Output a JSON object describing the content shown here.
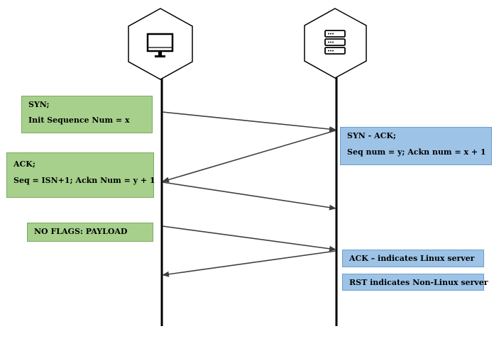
{
  "entities": {
    "client": {
      "icon": "desktop-monitor-icon"
    },
    "server": {
      "icon": "server-rack-icon"
    }
  },
  "messages": {
    "syn": {
      "line1": "SYN;",
      "line2": "Init Sequence Num = x"
    },
    "syn_ack": {
      "line1": "SYN - ACK;",
      "line2": "Seq num = y; Ackn num = x + 1"
    },
    "ack": {
      "line1": "ACK;",
      "line2": "Seq = ISN+1; Ackn Num = y + 1"
    },
    "no_flags": {
      "line1": "NO FLAGS: PAYLOAD"
    },
    "reply_linux": {
      "line1": "ACK – indicates Linux server"
    },
    "reply_non_linux": {
      "line1": "RST indicates Non-Linux server"
    }
  },
  "colors": {
    "client_box_fill": "#a7d08c",
    "server_box_fill": "#9dc3e6",
    "lifeline": "#000000",
    "arrow": "#3f3f3f"
  }
}
